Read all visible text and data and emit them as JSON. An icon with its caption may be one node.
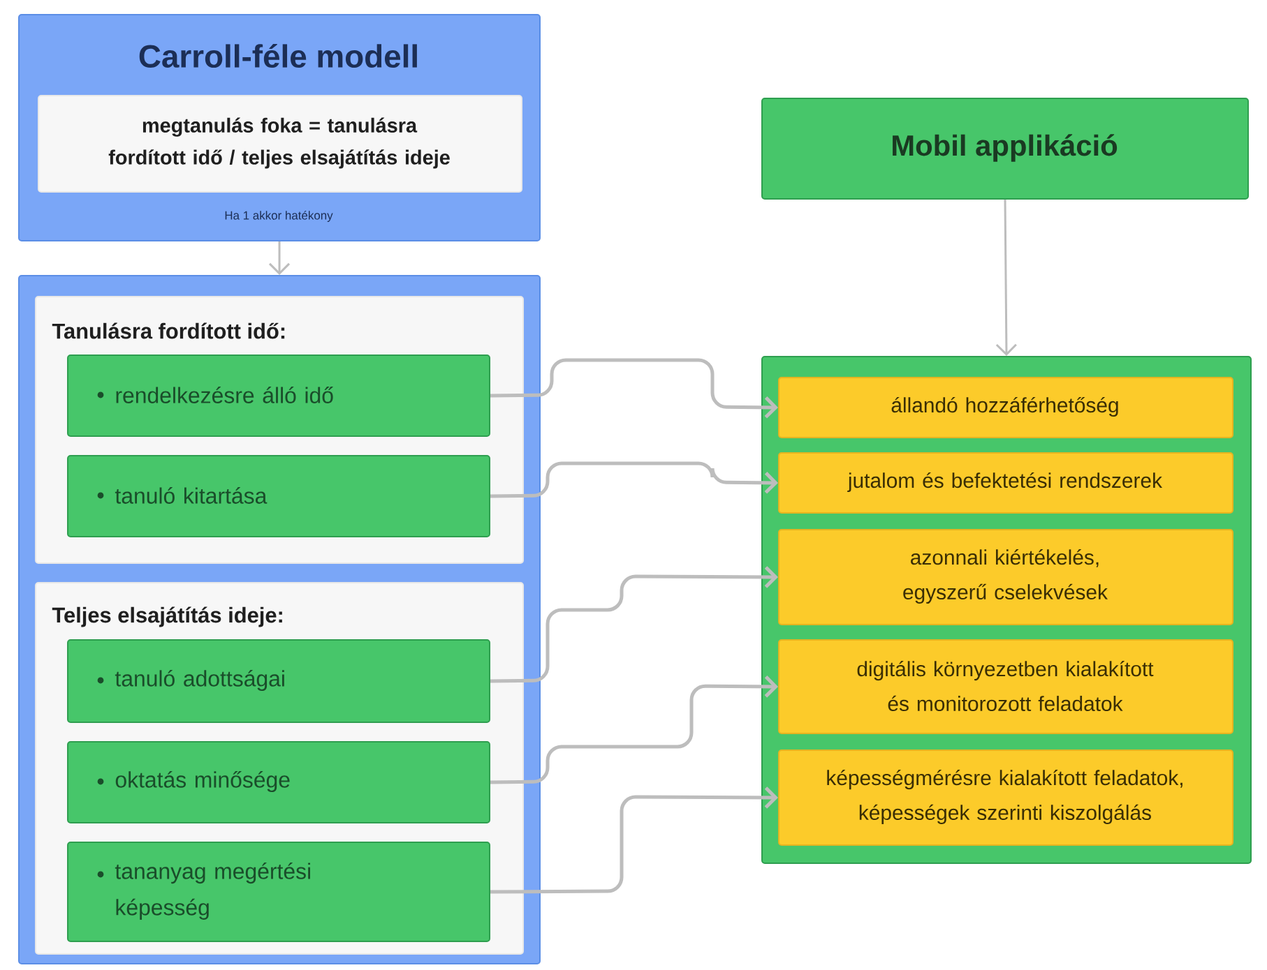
{
  "diagram": {
    "nodes": [
      {
        "text": [
          "Carroll-féle modell",
          "Ha 1 akkor hatékony"
        ]
      },
      {
        "text": [
          "megtanulás foka = tanulásra fordított idő / teljes elsajátítás ideje"
        ],
        "in": 0
      },
      {
        "text": [],
        "shape": "box"
      },
      {
        "text": [
          "Tanulásra fordított idő:"
        ],
        "in": 2
      },
      {
        "text": [
          "rendelkezésre álló idő"
        ],
        "in": 3
      },
      {
        "text": [
          "tanuló kitartása"
        ],
        "in": 3
      },
      {
        "text": [
          "Teljes elsajátítás ideje:"
        ],
        "in": 2
      },
      {
        "text": [
          "tanuló adottságai"
        ],
        "in": 6
      },
      {
        "text": [
          "oktatás minősége"
        ],
        "in": 6
      },
      {
        "text": [
          "tananyag megértési képesség"
        ],
        "in": 6
      },
      {
        "text": [
          "Mobil applikáció"
        ]
      },
      {
        "text": [],
        "shape": "box"
      },
      {
        "text": [
          "állandó hozzáférhetőség"
        ],
        "in": 11
      },
      {
        "text": [
          "jutalom és befektetési rendszerek"
        ],
        "in": 11
      },
      {
        "text": [
          "azonnali kiértékelés, egyszerű cselekvések"
        ],
        "in": 11
      },
      {
        "text": [
          "digitális környezetben kialakított és monitorozott feladatok"
        ],
        "in": 11
      },
      {
        "text": [
          "képességmérésre kialakított feladatok, képességek szerinti kiszolgálás"
        ],
        "in": 11
      }
    ],
    "edges": [
      {
        "from": 0,
        "to": 2,
        "arrow": "to"
      },
      {
        "from": 10,
        "to": 11,
        "arrow": "to"
      },
      {
        "from": 4,
        "to": 12,
        "arrow": "to"
      },
      {
        "from": 5,
        "to": 13,
        "arrow": "to"
      },
      {
        "from": 7,
        "to": 14,
        "arrow": "to"
      },
      {
        "from": 8,
        "to": 15,
        "arrow": "to"
      },
      {
        "from": 9,
        "to": 16,
        "arrow": "to"
      }
    ]
  }
}
